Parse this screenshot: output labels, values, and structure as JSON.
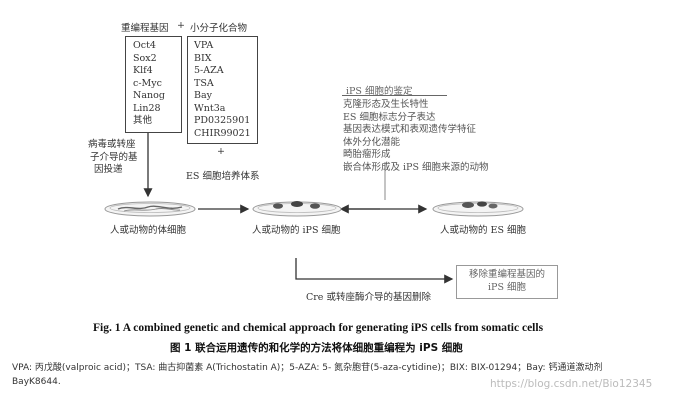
{
  "reprogramming": {
    "title": "重编程基因",
    "plus": "+",
    "genes": [
      "Oct4",
      "Sox2",
      "Klf4",
      "c-Myc",
      "Nanog",
      "Lin28",
      "其他"
    ]
  },
  "small_molecules": {
    "title": "小分子化合物",
    "items": [
      "VPA",
      "BIX",
      "5-AZA",
      "TSA",
      "Bay",
      "Wnt3a",
      "PD0325901",
      "CHIR99021"
    ]
  },
  "transduction_label": [
    "病毒或转座",
    "子介导的基",
    "因投递"
  ],
  "es_culture": {
    "plus": "+",
    "label": "ES 细胞培养体系"
  },
  "identification": {
    "title": "iPS 细胞的鉴定",
    "items": [
      "克隆形态及生长特性",
      "ES 细胞标志分子表达",
      "基因表达模式和表观遗传学特征",
      "体外分化潜能",
      "畸胎瘤形成",
      "嵌合体形成及 iPS 细胞来源的动物"
    ]
  },
  "dishes": {
    "somatic": "人或动物的体细胞",
    "ips": "人或动物的 iPS 细胞",
    "es": "人或动物的 ES 细胞"
  },
  "cre_label": "Cre 或转座酶介导的基因删除",
  "removed": [
    "移除重编程基因的",
    "iPS 细胞"
  ],
  "caption": {
    "en": "Fig. 1    A combined genetic and chemical approach for generating iPS cells from somatic cells",
    "zh": "图 1    联合运用遗传的和化学的方法将体细胞重编程为 iPS 细胞"
  },
  "note": [
    "VPA: 丙戊酸(valproic acid)；TSA: 曲古抑菌素 A(Trichostatin A)；5-AZA: 5- 氮杂胞苷(5-aza-cytidine)；BIX: BIX-01294；Bay: 钙通道激动剂",
    "BayK8644."
  ],
  "watermark": "https://blog.csdn.net/Bio12345"
}
